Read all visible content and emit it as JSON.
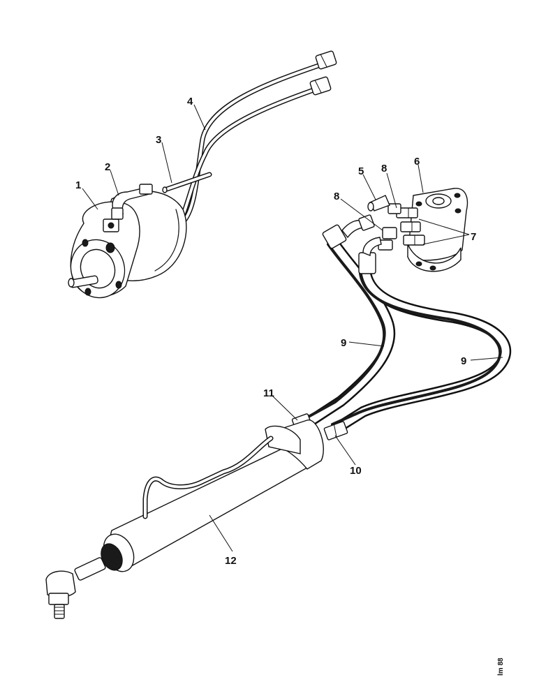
{
  "callouts": {
    "c1": "1",
    "c2": "2",
    "c3": "3",
    "c4": "4",
    "c5": "5",
    "c6": "6",
    "c7": "7",
    "c8a": "8",
    "c8b": "8",
    "c9a": "9",
    "c9b": "9",
    "c10": "10",
    "c11": "11",
    "c12": "12"
  },
  "reference_code": "lm 88"
}
